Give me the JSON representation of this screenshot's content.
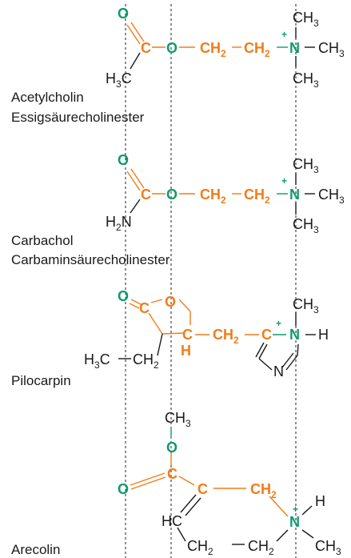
{
  "colors": {
    "orange": "#f07d19",
    "green": "#0f9a6e",
    "black": "#1a1a1a"
  },
  "labels": {
    "acetylcholin": "Acetylcholin",
    "acetylcholin_sub": "Essigsäurecholinester",
    "carbachol": "Carbachol",
    "carbachol_sub": "Carbaminsäurecholinester",
    "pilocarpin": "Pilocarpin",
    "arecolin": "Arecolin"
  },
  "atoms": {
    "O": "O",
    "C": "C",
    "N": "N",
    "H": "H",
    "HC": "HC",
    "CH": "CH",
    "H3C_base": "H",
    "H3C_tail": "C",
    "CH2": "CH",
    "CH3": "CH",
    "sub2": "2",
    "sub3": "3",
    "plus": "+"
  }
}
